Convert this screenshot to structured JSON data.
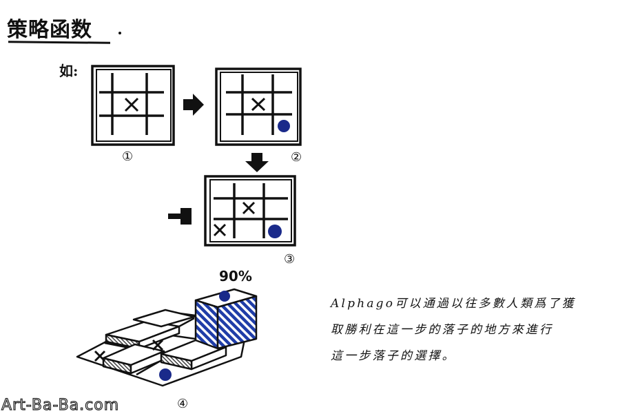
{
  "title": "策略函数",
  "example_label": "如:",
  "steps": [
    {
      "number": "①",
      "marks": [
        {
          "row": 1,
          "col": 1,
          "symbol": "X"
        }
      ]
    },
    {
      "number": "②",
      "marks": [
        {
          "row": 1,
          "col": 1,
          "symbol": "X"
        },
        {
          "row": 2,
          "col": 2,
          "symbol": "O"
        }
      ]
    },
    {
      "number": "③",
      "marks": [
        {
          "row": 1,
          "col": 1,
          "symbol": "X"
        },
        {
          "row": 2,
          "col": 2,
          "symbol": "O"
        },
        {
          "row": 2,
          "col": 0,
          "symbol": "X"
        }
      ]
    },
    {
      "number": "④"
    }
  ],
  "probability_label": "90%",
  "description_lines": [
    "Alphago可以通過以往多數人類爲了獲",
    "取勝利在這一步的落子的地方來進行",
    "這一步落子的選擇。"
  ],
  "watermark": "Art-Ba-Ba.com",
  "colors": {
    "ink": "#111111",
    "stone": "#1a2a8a",
    "hatch": "#1f3da8"
  },
  "icons": [
    "arrow-right-icon",
    "arrow-down-icon",
    "arrow-left-icon",
    "x-mark-icon",
    "o-stone-icon"
  ]
}
